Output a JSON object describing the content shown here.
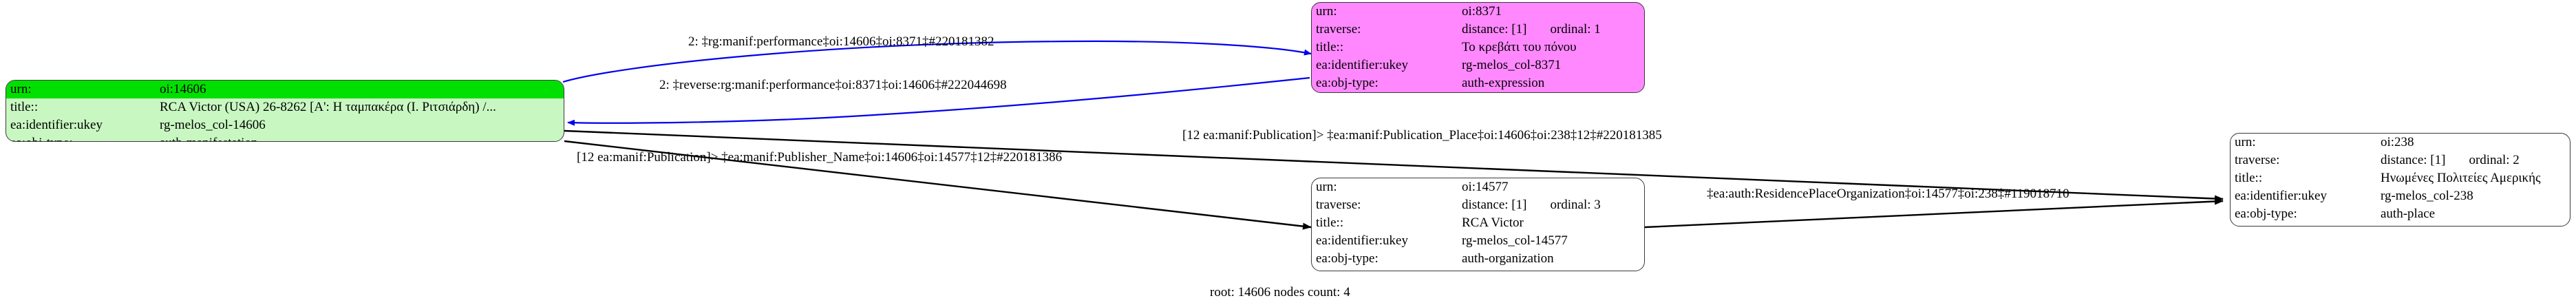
{
  "diagram": {
    "caption": "root: 14606 nodes count: 4",
    "colors": {
      "green_fill": "#c9f7c2",
      "green_highlight": "#00e000",
      "magenta_fill": "#ff88ff",
      "white_fill": "#ffffff",
      "blue_edge": "#0000ee",
      "black_edge": "#000000",
      "border": "#3a3a3a"
    }
  },
  "nodes": [
    {
      "id": "manifestation-14606",
      "style": "green",
      "rows": [
        {
          "key": "urn:",
          "value": "oi:14606",
          "highlight": true
        },
        {
          "key": "title::",
          "value": "RCA Victor (USA) 26-8262 [Α': Η ταμπακέρα (Ι. Ριτσιάρδη) /..."
        },
        {
          "key": "ea:identifier:ukey",
          "value": "rg-melos_col-14606"
        },
        {
          "key": "ea:obj-type:",
          "value": "auth-manifestation"
        }
      ]
    },
    {
      "id": "expression-8371",
      "style": "magenta",
      "rows": [
        {
          "key": "urn:",
          "value": "oi:8371"
        },
        {
          "key": "traverse:",
          "value": "distance: [1]",
          "extra": "ordinal: 1"
        },
        {
          "key": "title::",
          "value": "Το κρεβάτι του πόνου"
        },
        {
          "key": "ea:identifier:ukey",
          "value": "rg-melos_col-8371"
        },
        {
          "key": "ea:obj-type:",
          "value": "auth-expression"
        }
      ]
    },
    {
      "id": "organization-14577",
      "style": "white",
      "rows": [
        {
          "key": "urn:",
          "value": "oi:14577"
        },
        {
          "key": "traverse:",
          "value": "distance: [1]",
          "extra": "ordinal: 3"
        },
        {
          "key": "title::",
          "value": "RCA Victor"
        },
        {
          "key": "ea:identifier:ukey",
          "value": "rg-melos_col-14577"
        },
        {
          "key": "ea:obj-type:",
          "value": "auth-organization"
        }
      ]
    },
    {
      "id": "place-238",
      "style": "white",
      "rows": [
        {
          "key": "urn:",
          "value": "oi:238"
        },
        {
          "key": "traverse:",
          "value": "distance: [1]",
          "extra": "ordinal: 2"
        },
        {
          "key": "title::",
          "value": "Ηνωμένες Πολιτείες Αμερικής"
        },
        {
          "key": "ea:identifier:ukey",
          "value": "rg-melos_col-238"
        },
        {
          "key": "ea:obj-type:",
          "value": "auth-place"
        }
      ]
    }
  ],
  "edges": [
    {
      "id": "e1",
      "label": "2: ‡rg:manif:performance‡oi:14606‡oi:8371‡#220181382",
      "color": "blue"
    },
    {
      "id": "e2",
      "label": "2: ‡reverse:rg:manif:performance‡oi:8371‡oi:14606‡#222044698",
      "color": "blue"
    },
    {
      "id": "e3",
      "label": "[12 ea:manif:Publication]> ‡ea:manif:Publication_Place‡oi:14606‡oi:238‡12‡#220181385",
      "color": "black"
    },
    {
      "id": "e4",
      "label": "[12 ea:manif:Publication]> ‡ea:manif:Publisher_Name‡oi:14606‡oi:14577‡12‡#220181386",
      "color": "black"
    },
    {
      "id": "e5",
      "label": "‡ea:auth:ResidencePlaceOrganization‡oi:14577‡oi:238‡#119018710",
      "color": "black"
    }
  ]
}
